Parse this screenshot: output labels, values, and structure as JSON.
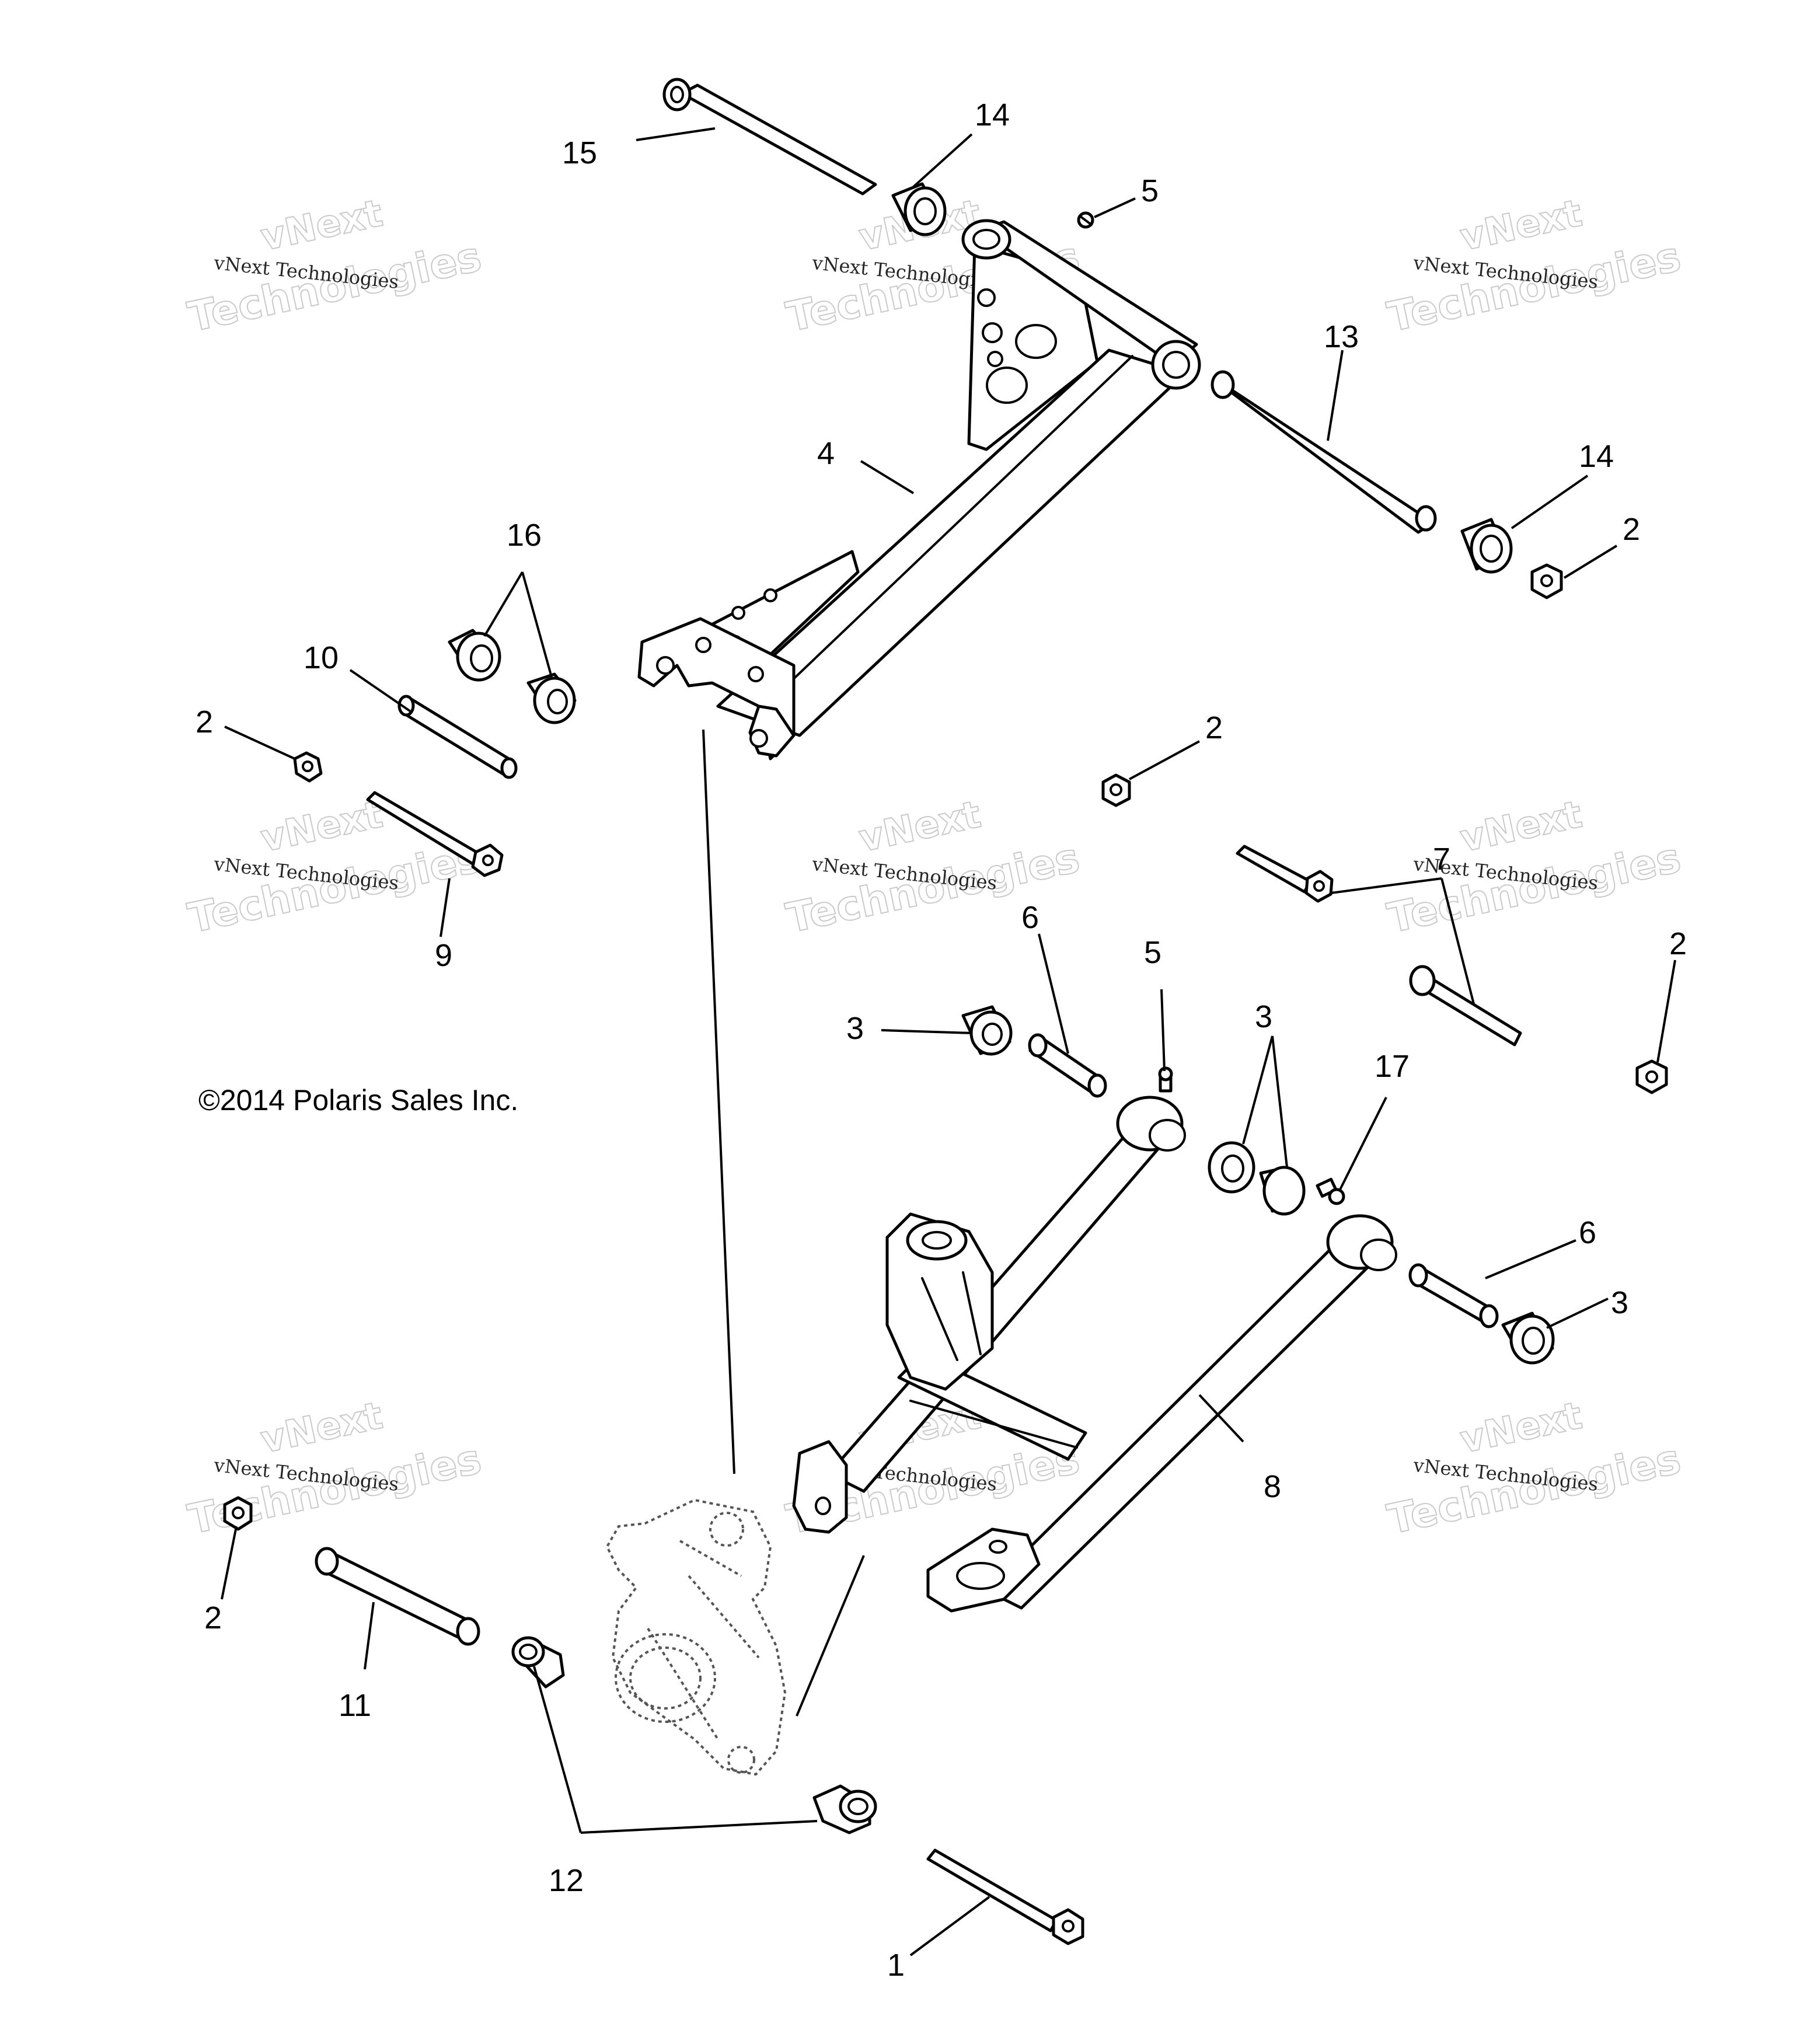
{
  "copyright": "©2014 Polaris Sales Inc.",
  "watermark": {
    "line1": "vNext",
    "line2": "vNext Technologies",
    "line3": "Technologies"
  },
  "callouts": {
    "c15": "15",
    "c14a": "14",
    "c5a": "5",
    "c13": "13",
    "c14b": "14",
    "c2a": "2",
    "c4": "4",
    "c16": "16",
    "c10": "10",
    "c2b": "2",
    "c9": "9",
    "c2c": "2",
    "c7": "7",
    "c6a": "6",
    "c5b": "5",
    "c3a": "3",
    "c3b": "3",
    "c17": "17",
    "c2d": "2",
    "c6b": "6",
    "c3c": "3",
    "c8": "8",
    "c2e": "2",
    "c11": "11",
    "c12": "12",
    "c1": "1"
  }
}
